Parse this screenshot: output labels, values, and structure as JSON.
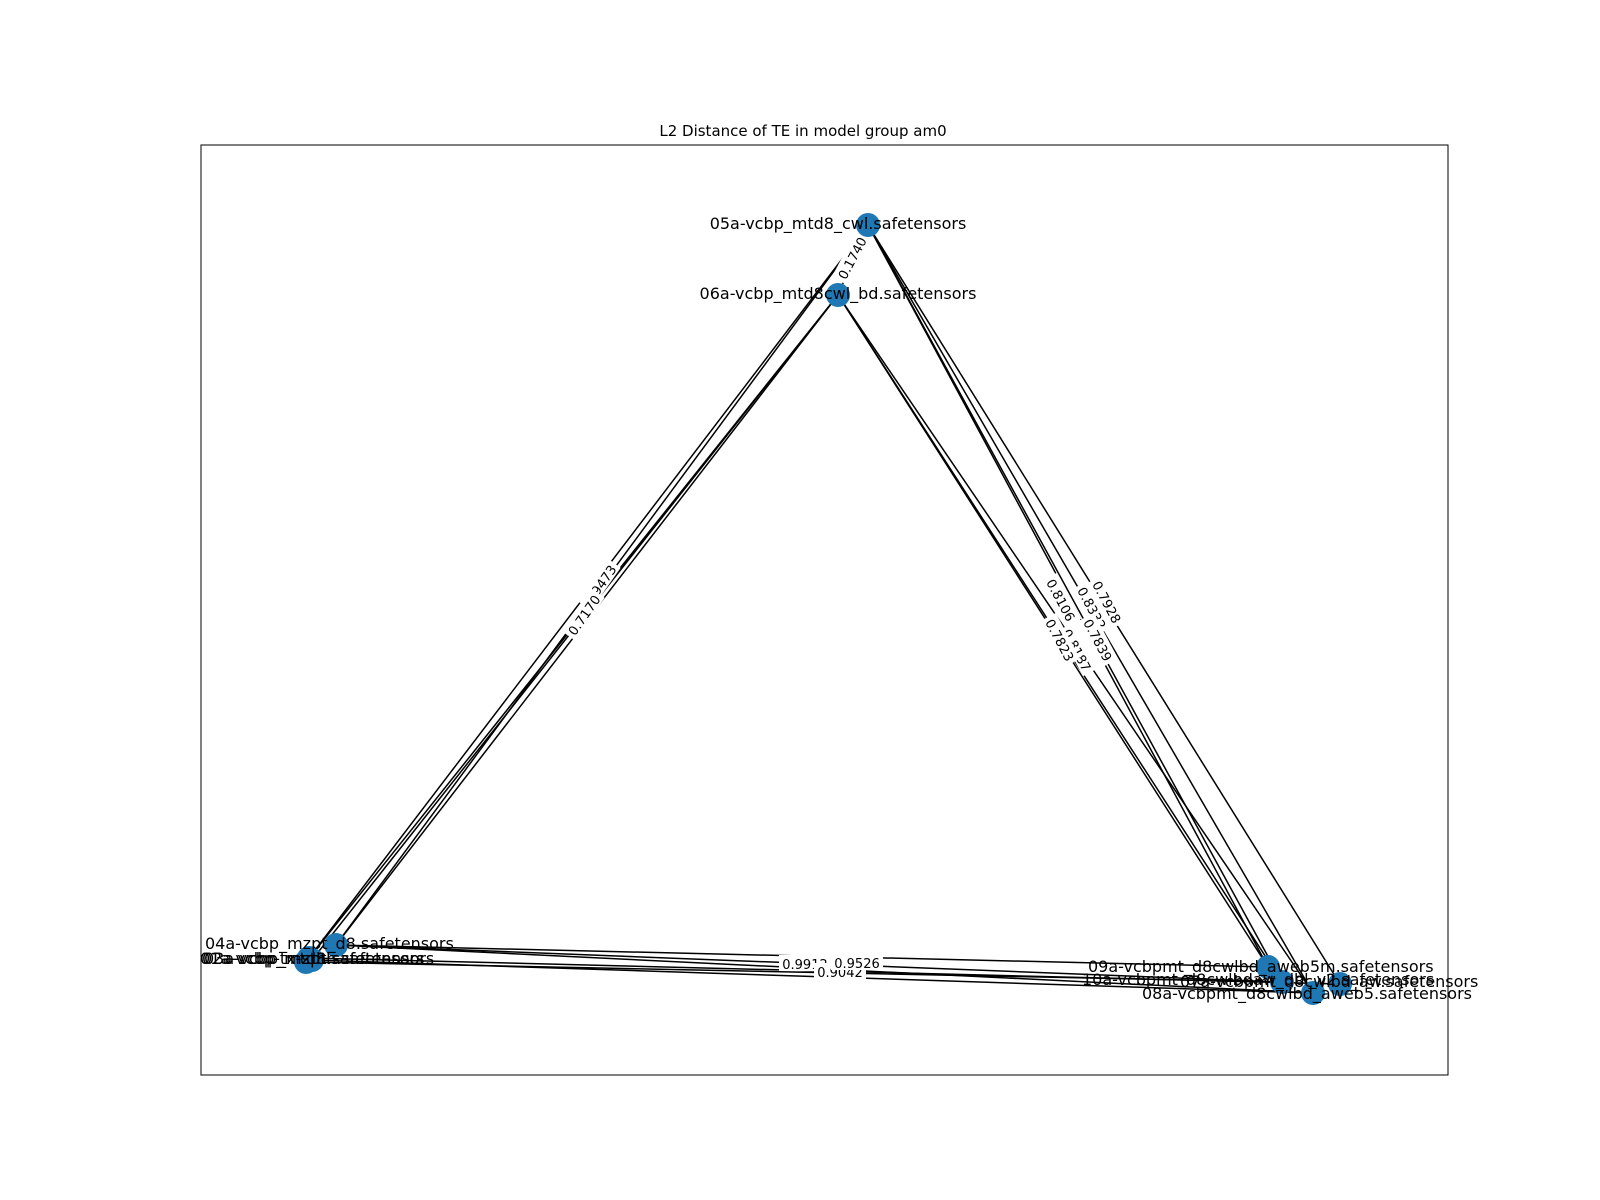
{
  "title": "L2 Distance of TE in model group am0",
  "colors": {
    "node": "#1f77b4",
    "edge": "#000000",
    "frame": "#000000",
    "background": "#ffffff"
  },
  "nodes": [
    {
      "id": "n05",
      "label": "05a-vcbp_mtd8_cwl.safetensors"
    },
    {
      "id": "n06",
      "label": "06a-vcbp_mtd8cwl_bd.safetensors"
    },
    {
      "id": "n04",
      "label": "04a-vcbp_mzpt_d8.safetensors"
    },
    {
      "id": "nA",
      "label": "01a-vcbp-tx-sthh.safetensors"
    },
    {
      "id": "nB",
      "label": "02a-vcbp_mtd8.safetensors"
    },
    {
      "id": "nC",
      "label": "03a-vcbp_mzpt.safetensors"
    },
    {
      "id": "n09",
      "label": "09a-vcbpmt_d8cwlbd_aweb5m.safetensors"
    },
    {
      "id": "n10",
      "label": "10a-vcbpmt_d8cwlbdaw_dbl_v2.safetensors"
    },
    {
      "id": "n07",
      "label": "07a-vcbpmt_d8cwlbd_aw.safetensors"
    },
    {
      "id": "n08",
      "label": "08a-vcbpmt_d8cwlbd_aweb5.safetensors"
    }
  ],
  "edge_labels": [
    "0.1740",
    "0.9473",
    "0.7170",
    "0.7928",
    "0.8332",
    "0.7839",
    "0.8187",
    "0.7823",
    "0.9912",
    "0.8106",
    "0.9042",
    "0.9526"
  ]
}
